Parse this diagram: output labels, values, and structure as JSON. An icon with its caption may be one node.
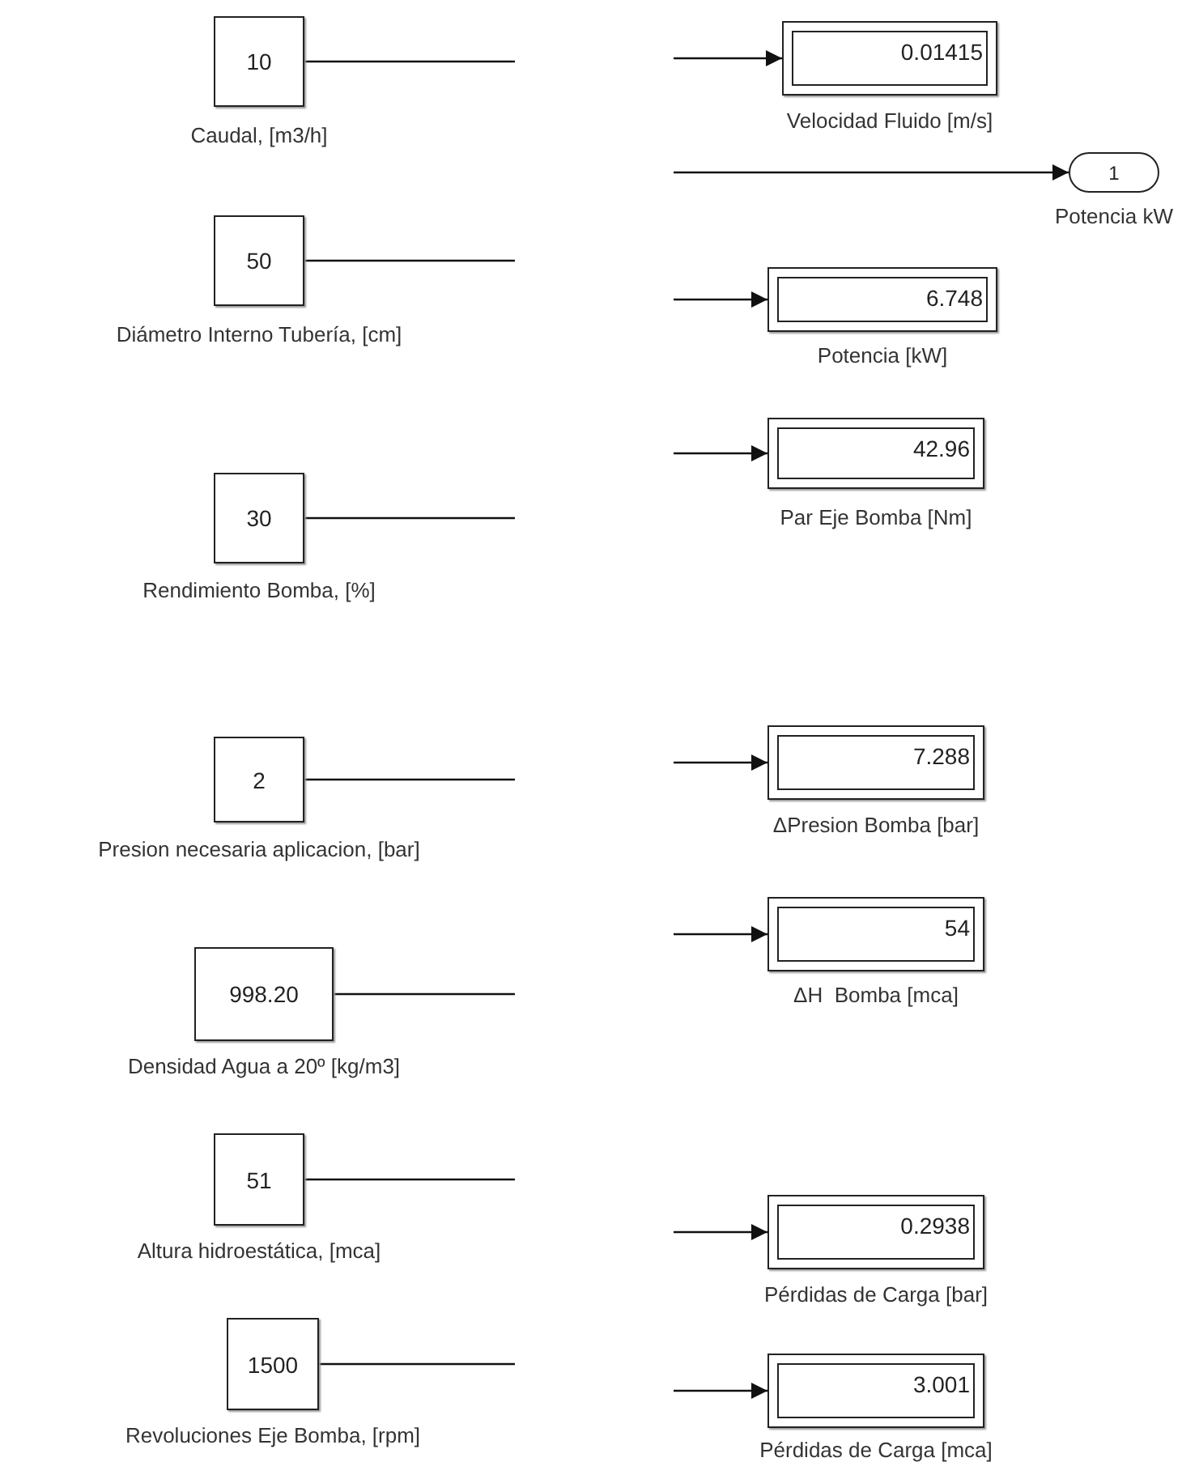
{
  "diagram": {
    "nodes": [
      {
        "text": [
          "10"
        ],
        "beside": [
          "Caudal, [m3/h]"
        ]
      },
      {
        "text": [
          "50"
        ],
        "beside": [
          "Diámetro Interno Tubería, [cm]"
        ]
      },
      {
        "text": [
          "30"
        ],
        "beside": [
          "Rendimiento Bomba, [%]"
        ]
      },
      {
        "text": [
          "2"
        ],
        "beside": [
          "Presion necesaria aplicacion, [bar]"
        ]
      },
      {
        "text": [
          "998.20"
        ],
        "beside": [
          "Densidad Agua a 20º [kg/m3]"
        ]
      },
      {
        "text": [
          "51"
        ],
        "beside": [
          "Altura hidroestática, [mca]"
        ]
      },
      {
        "text": [
          "1500"
        ],
        "beside": [
          "Revoluciones Eje Bomba, [rpm]"
        ]
      },
      {
        "text": [
          "0.01415"
        ],
        "beside": [
          "Velocidad Fluido [m/s]"
        ]
      },
      {
        "text": [
          "1"
        ],
        "beside": [
          "Potencia kW"
        ]
      },
      {
        "text": [
          "6.748"
        ],
        "beside": [
          "Potencia [kW]"
        ]
      },
      {
        "text": [
          "42.96"
        ],
        "beside": [
          "Par Eje Bomba [Nm]"
        ]
      },
      {
        "text": [
          "7.288"
        ],
        "beside": [
          "ΔPresion Bomba [bar]"
        ]
      },
      {
        "text": [
          "54"
        ],
        "beside": [
          "ΔH  Bomba [mca]"
        ]
      },
      {
        "text": [
          "0.2938"
        ],
        "beside": [
          "Pérdidas de Carga [bar]"
        ]
      },
      {
        "text": [
          "3.001"
        ],
        "beside": [
          "Pérdidas de Carga [mca]"
        ]
      }
    ],
    "edges": [
      {
        "from": 0,
        "to": null,
        "arrow": "none"
      },
      {
        "from": 1,
        "to": null,
        "arrow": "none"
      },
      {
        "from": 2,
        "to": null,
        "arrow": "none"
      },
      {
        "from": 3,
        "to": null,
        "arrow": "none"
      },
      {
        "from": 4,
        "to": null,
        "arrow": "none"
      },
      {
        "from": 5,
        "to": null,
        "arrow": "none"
      },
      {
        "from": 6,
        "to": null,
        "arrow": "none"
      },
      {
        "from": null,
        "to": 7,
        "arrow": "to"
      },
      {
        "from": null,
        "to": 8,
        "arrow": "to"
      },
      {
        "from": null,
        "to": 9,
        "arrow": "to"
      },
      {
        "from": null,
        "to": 10,
        "arrow": "to"
      },
      {
        "from": null,
        "to": 11,
        "arrow": "to"
      },
      {
        "from": null,
        "to": 12,
        "arrow": "to"
      },
      {
        "from": null,
        "to": 13,
        "arrow": "to"
      },
      {
        "from": null,
        "to": 14,
        "arrow": "to"
      }
    ]
  }
}
